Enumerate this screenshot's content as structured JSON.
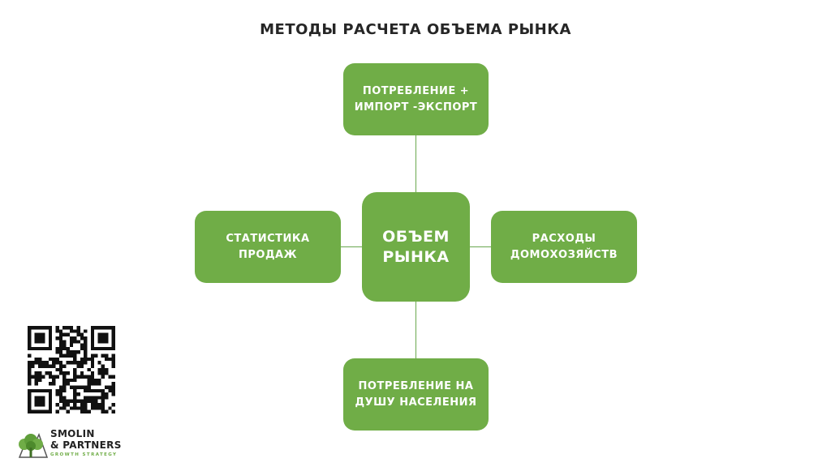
{
  "title": "МЕТОДЫ РАСЧЕТА ОБЪЕМА РЫНКА",
  "colors": {
    "node_fill": "#70ad47",
    "connector": "#6aa84f",
    "title_text": "#262626",
    "node_text": "#ffffff"
  },
  "diagram": {
    "center": {
      "lines": [
        "ОБЪЕМ",
        "РЫНКА"
      ]
    },
    "nodes": {
      "top": {
        "lines": [
          "ПОТРЕБЛЕНИЕ +",
          "ИМПОРТ -ЭКСПОРТ"
        ]
      },
      "left": {
        "lines": [
          "СТАТИСТИКА",
          "ПРОДАЖ"
        ]
      },
      "right": {
        "lines": [
          "РАСХОДЫ",
          "ДОМОХОЗЯЙСТВ"
        ]
      },
      "bottom": {
        "lines": [
          "ПОТРЕБЛЕНИЕ НА",
          "ДУШУ НАСЕЛЕНИЯ"
        ]
      }
    }
  },
  "logo": {
    "line1": "SMOLIN",
    "line2": "& PARTNERS",
    "tagline": "GROWTH STRATEGY",
    "icon": "tree-icon"
  },
  "qr": {
    "icon": "qr-code-icon"
  }
}
